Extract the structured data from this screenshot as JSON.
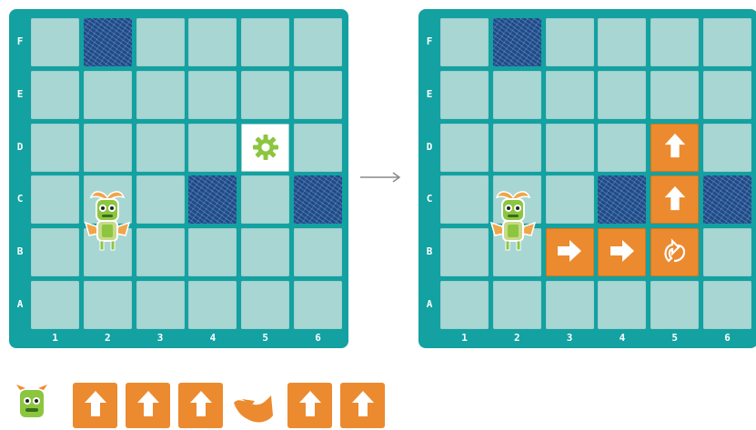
{
  "row_labels": [
    "F",
    "E",
    "D",
    "C",
    "B",
    "A"
  ],
  "col_labels": [
    "1",
    "2",
    "3",
    "4",
    "5",
    "6"
  ],
  "colors": {
    "board": "#13a1a1",
    "cell": "#a8d6d3",
    "obstacle": "#1d4b8a",
    "command": "#ec8a2f",
    "gear": "#8cc63f"
  },
  "left_board": {
    "obstacles": [
      "F2",
      "C4",
      "C6"
    ],
    "gear": "D5",
    "robot": "B2"
  },
  "right_board": {
    "obstacles": [
      "F2",
      "C4",
      "C6"
    ],
    "robot": "B2",
    "commands": [
      {
        "cell": "B3",
        "icon": "right-arrow-icon"
      },
      {
        "cell": "B4",
        "icon": "right-arrow-icon"
      },
      {
        "cell": "B5",
        "icon": "turn-left-icon"
      },
      {
        "cell": "C5",
        "icon": "up-arrow-icon"
      },
      {
        "cell": "D5",
        "icon": "up-arrow-icon"
      }
    ]
  },
  "sequence": [
    "robot-icon",
    "up-arrow-icon",
    "up-arrow-icon",
    "up-arrow-icon",
    "turn-icon",
    "up-arrow-icon",
    "up-arrow-icon"
  ]
}
